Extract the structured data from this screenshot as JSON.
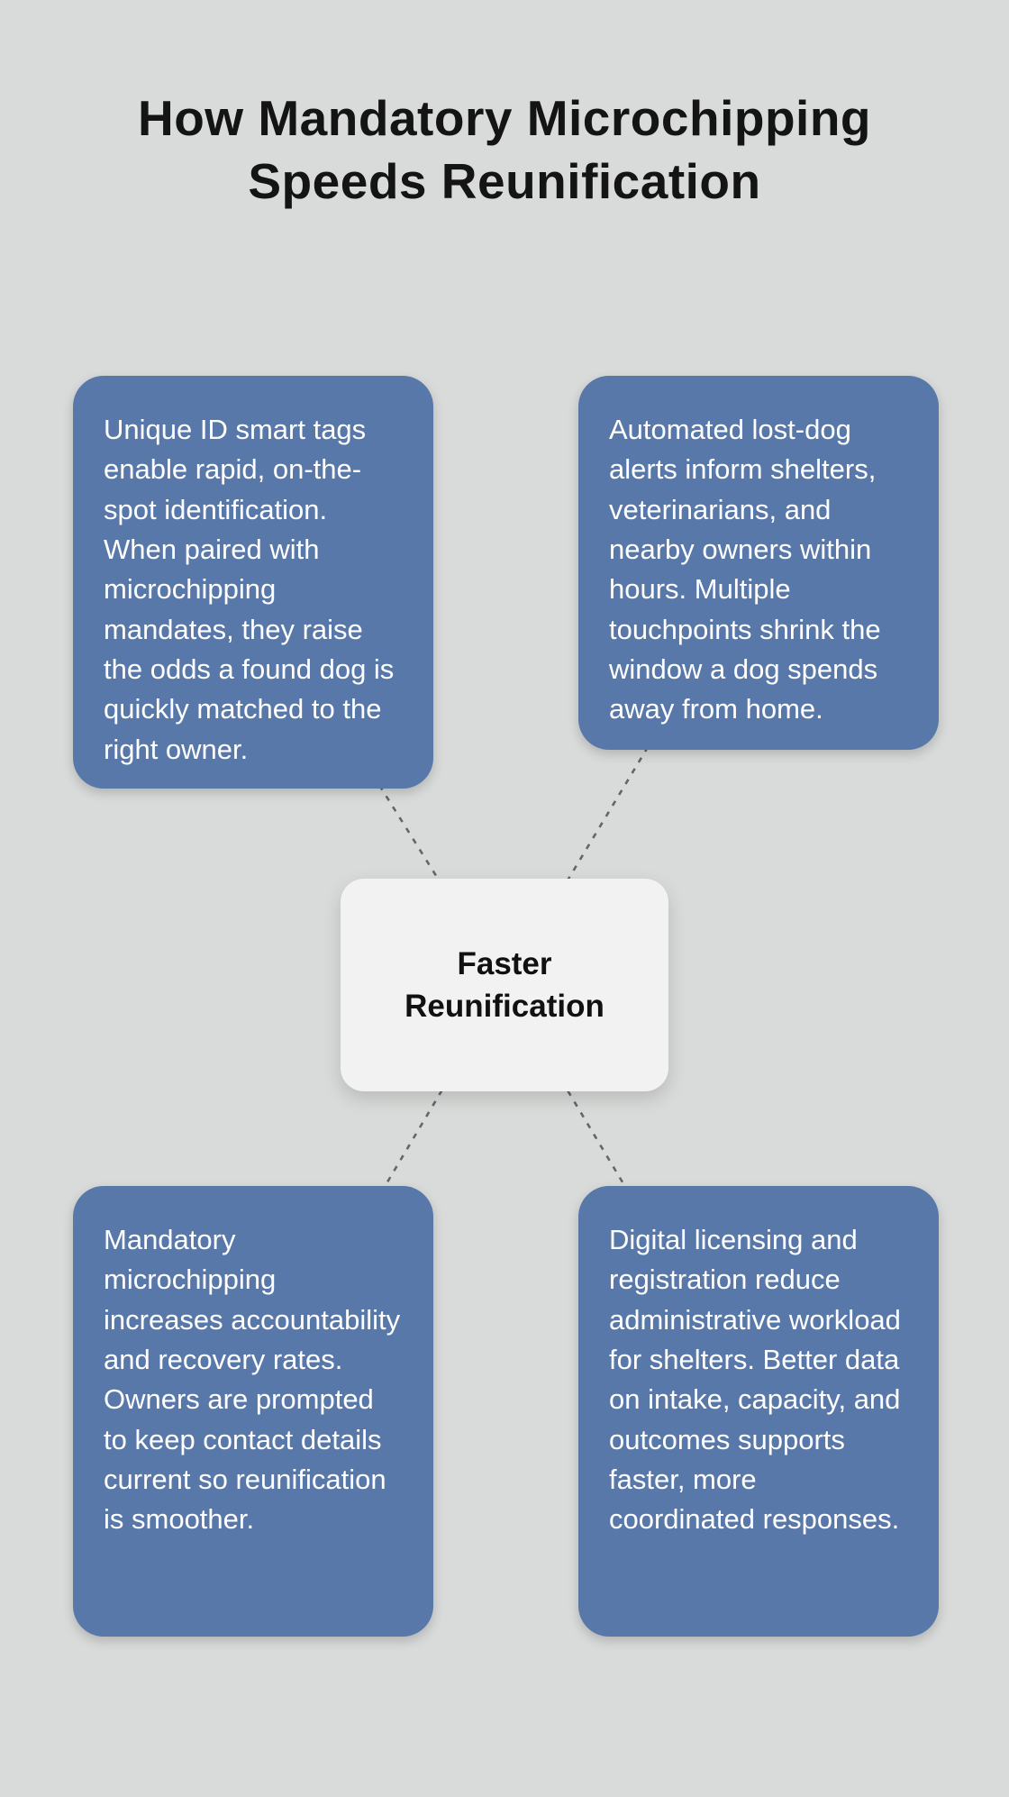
{
  "title": "How Mandatory Microchipping Speeds Reunification",
  "center": {
    "label": "Faster Reunification"
  },
  "nodes": [
    {
      "id": "smart-tags",
      "text": "Unique ID smart tags enable rapid, on-the-spot identification. When paired with microchipping mandates, they raise the odds a found dog is quickly matched to the right owner."
    },
    {
      "id": "automated-alerts",
      "text": "Automated lost-dog alerts inform shelters, veterinarians, and nearby owners within hours. Multiple touchpoints shrink the window a dog spends away from home."
    },
    {
      "id": "accountability",
      "text": "Mandatory microchipping increases accountability and recovery rates. Owners are prompted to keep contact details current so reunification is smoother."
    },
    {
      "id": "digital-licensing",
      "text": "Digital licensing and registration reduce administrative workload for shelters. Better data on intake, capacity, and outcomes supports faster, more coordinated responses."
    }
  ],
  "colors": {
    "background": "#d9dbda",
    "card_blue": "#5878aa",
    "center_card": "#f1f2f1",
    "connector_gray": "#666666",
    "title_text": "#141414",
    "card_text": "#ffffff"
  }
}
